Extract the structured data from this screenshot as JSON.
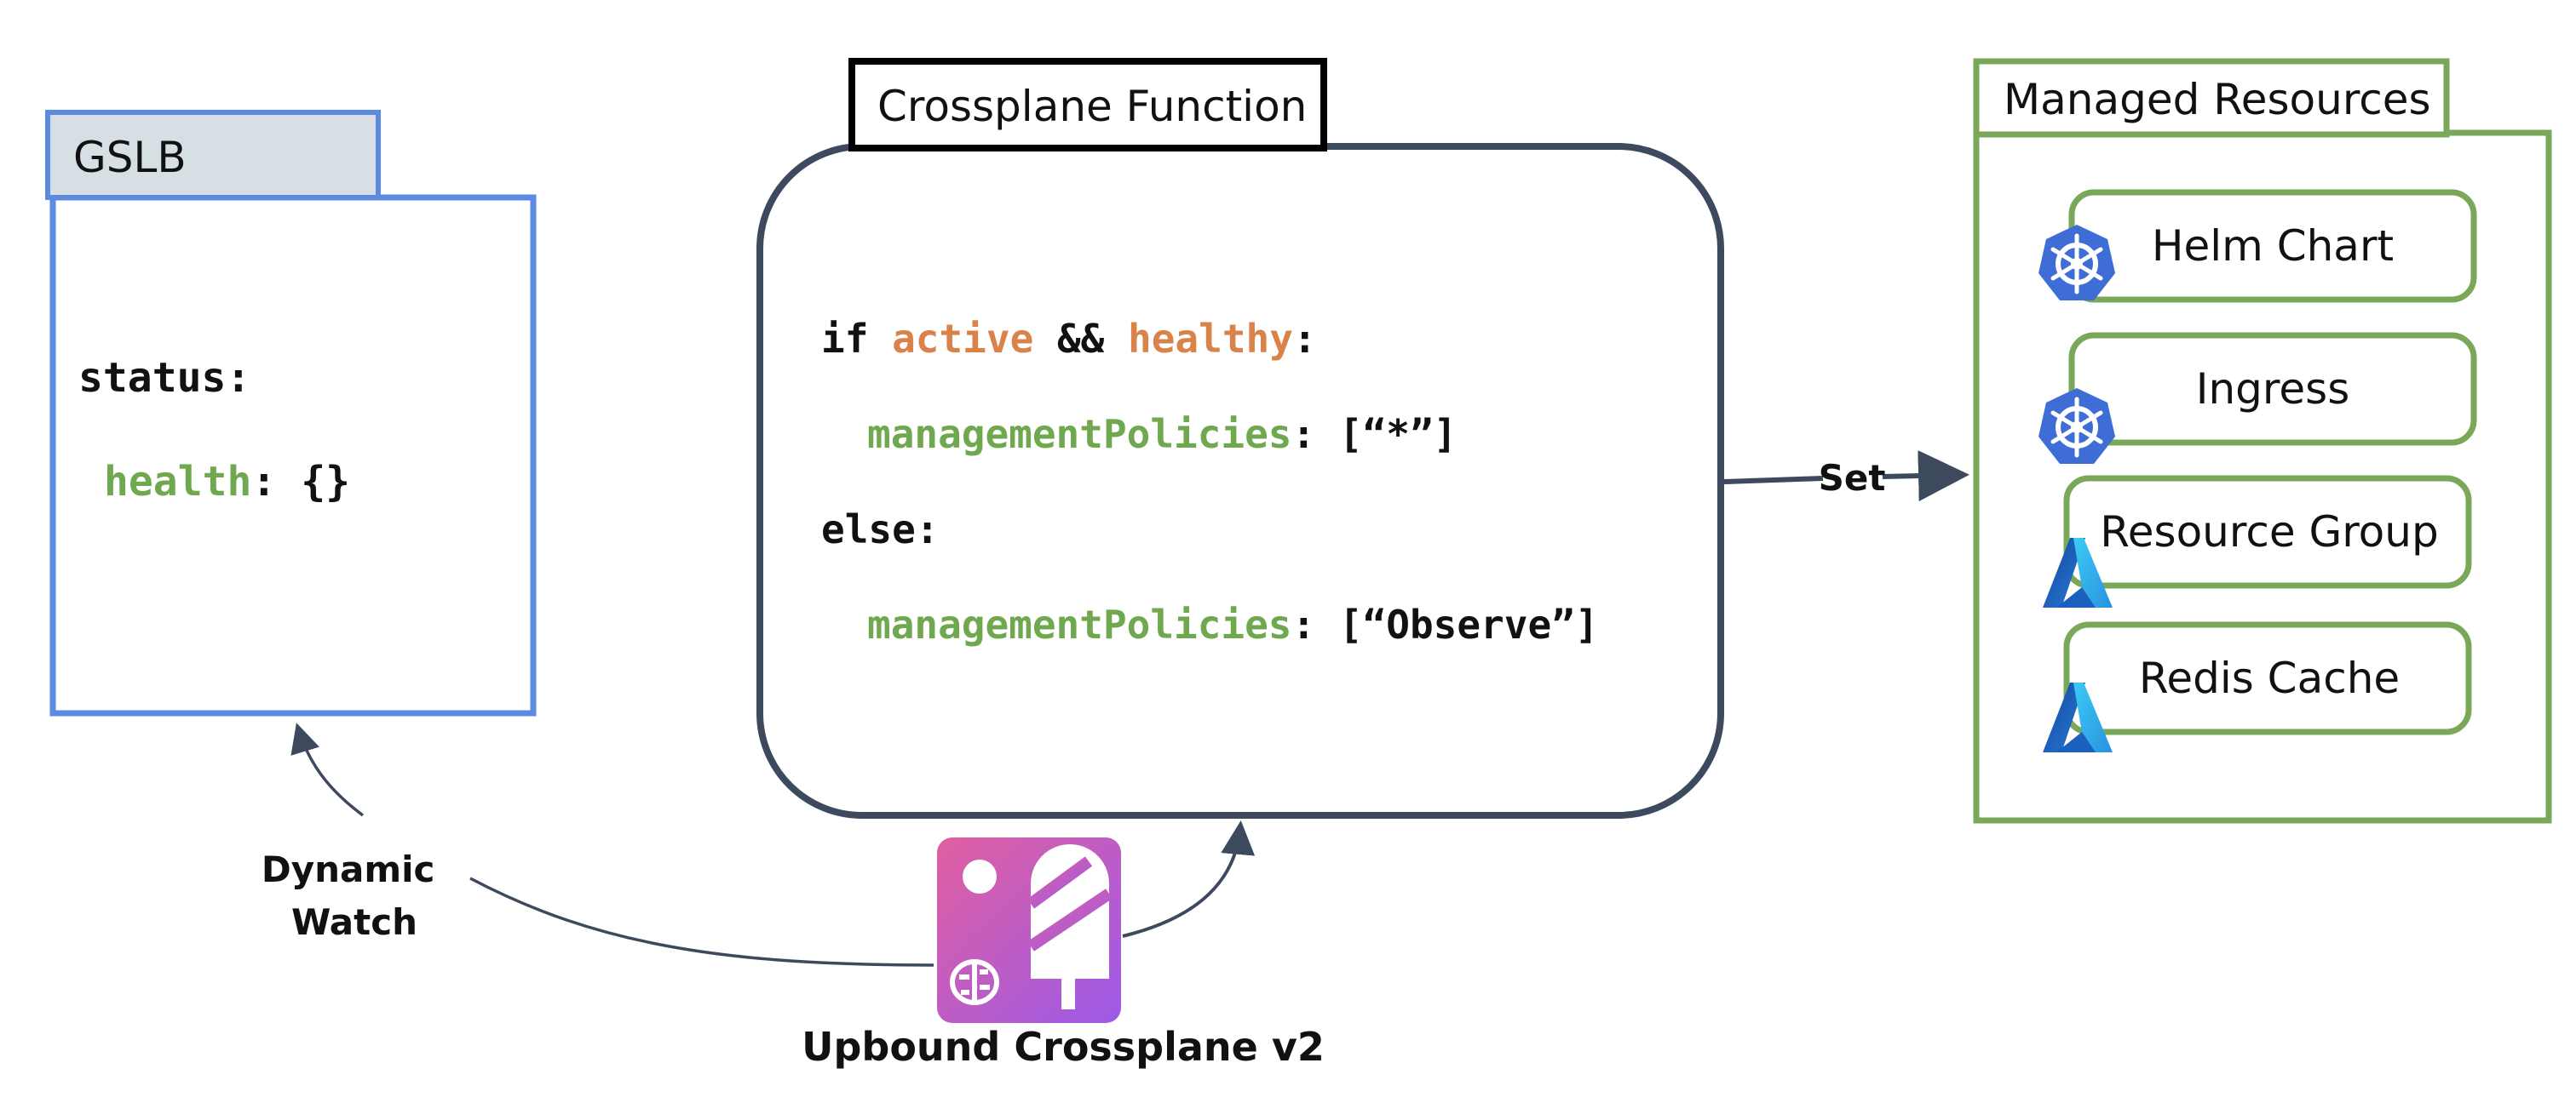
{
  "colors": {
    "gslb_blue": "#5b8ae0",
    "gslb_tab_fill": "#d6dfe4",
    "function_border": "#3d4a5e",
    "managed_green": "#7aa858",
    "code_orange": "#d9824a",
    "code_green": "#6fa84f",
    "kube_blue": "#3f6dd6",
    "logo_pink": "#e05fa0",
    "logo_purple": "#9c5ae8"
  },
  "gslb": {
    "tab_label": "GSLB",
    "status_line": "status:",
    "health_key": "health",
    "health_rest": ": {}"
  },
  "function": {
    "tab_label": "Crossplane Function",
    "code": {
      "line1_if": "if ",
      "line1_active": "active",
      "line1_and": " && ",
      "line1_healthy": "healthy",
      "line1_colon": ":",
      "line2_key": "managementPolicies",
      "line2_rest": ": [“*”]",
      "line3": "else:",
      "line4_key": "managementPolicies",
      "line4_rest": ": [“Observe”]"
    }
  },
  "managed": {
    "tab_label": "Managed Resources",
    "items": [
      {
        "label": "Helm Chart",
        "icon": "kubernetes-icon"
      },
      {
        "label": "Ingress",
        "icon": "kubernetes-icon"
      },
      {
        "label": "Resource Group",
        "icon": "azure-icon"
      },
      {
        "label": "Redis Cache",
        "icon": "azure-icon"
      }
    ]
  },
  "edges": {
    "set_label": "Set",
    "dynamic_watch_line1": "Dynamic",
    "dynamic_watch_line2": "Watch"
  },
  "logo": {
    "caption": "Upbound Crossplane v2",
    "icon": "upbound-popsicle-icon"
  }
}
